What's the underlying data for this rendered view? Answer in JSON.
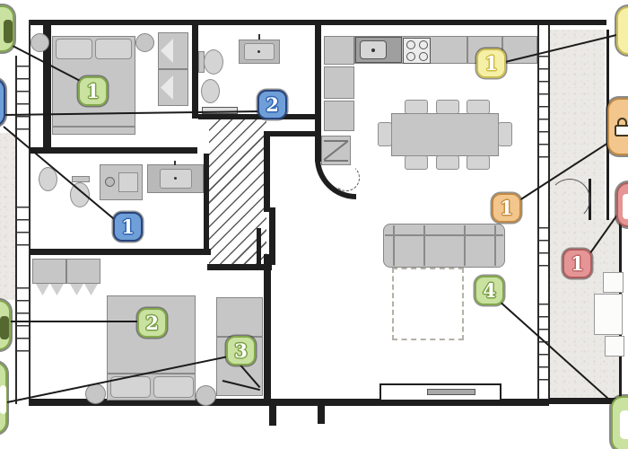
{
  "image_type": "apartment-floor-plan",
  "colors": {
    "wall": "#1e1e1e",
    "furniture": "#c6c6c6",
    "terrace_fill": "#ebe9e5",
    "marker_green": "#c9e2a0",
    "marker_blue": "#6f9fd8",
    "marker_yellow": "#f6f0a6",
    "marker_orange": "#f2c68c",
    "marker_red": "#e59595"
  },
  "markers": {
    "interior": [
      {
        "name": "bedroom-1-double-bed",
        "label": "1",
        "color": "green"
      },
      {
        "name": "bathroom-1",
        "label": "2",
        "color": "blue"
      },
      {
        "name": "bathroom-2",
        "label": "1",
        "color": "blue"
      },
      {
        "name": "bedroom-2-double-bed",
        "label": "2",
        "color": "green"
      },
      {
        "name": "bedroom-2-single-bed",
        "label": "3",
        "color": "green"
      },
      {
        "name": "kitchen",
        "label": "1",
        "color": "yellow"
      },
      {
        "name": "living-room-balcony-door",
        "label": "1",
        "color": "orange"
      },
      {
        "name": "terrace",
        "label": "1",
        "color": "red"
      },
      {
        "name": "living-room-sofa",
        "label": "4",
        "color": "green"
      }
    ],
    "edge": [
      {
        "name": "top-left-green",
        "color": "green"
      },
      {
        "name": "left-blue",
        "color": "blue"
      },
      {
        "name": "left-green-upper",
        "color": "green"
      },
      {
        "name": "left-green-lower",
        "color": "green"
      },
      {
        "name": "top-right-yellow",
        "color": "yellow"
      },
      {
        "name": "right-orange-lock",
        "color": "orange",
        "icon": "padlock"
      },
      {
        "name": "right-red",
        "color": "red"
      },
      {
        "name": "bottom-right-green",
        "color": "green"
      }
    ]
  }
}
